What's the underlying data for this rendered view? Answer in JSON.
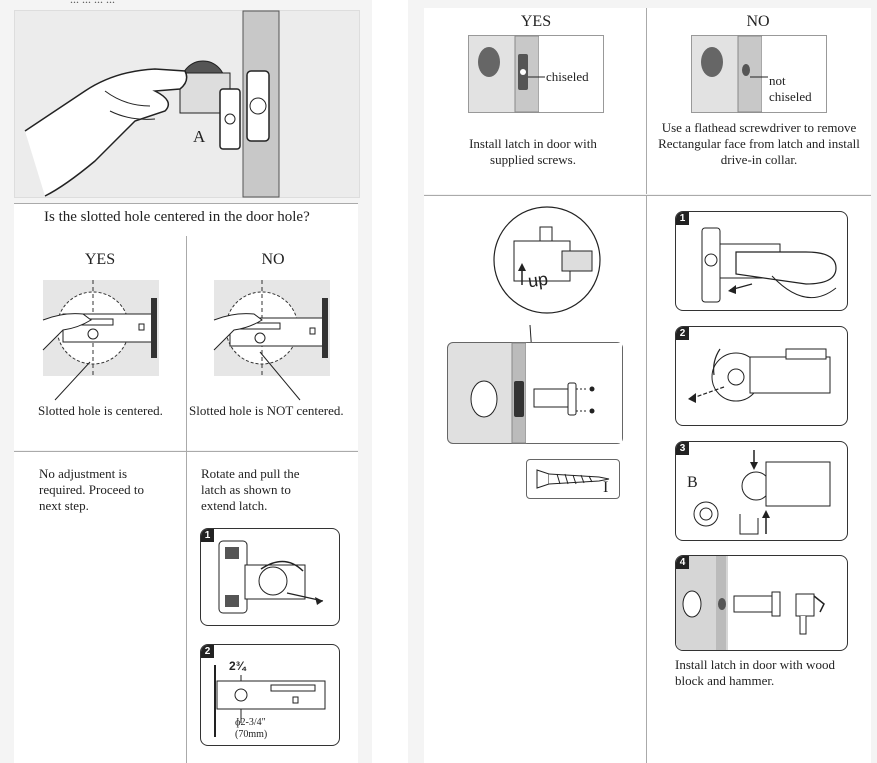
{
  "top_partial_text": "...  ...  ...  ...",
  "left": {
    "panel_a": {
      "label": "A"
    },
    "question": "Is the slotted hole centered in the door hole?",
    "yes_header": "YES",
    "no_header": "NO",
    "yes_caption": "Slotted hole is centered.",
    "no_caption": "Slotted hole is NOT centered.",
    "yes_instruction": "No adjustment is required. Proceed to next step.",
    "no_instruction": "Rotate and pull the latch as shown to extend latch.",
    "step1_badge": "1",
    "step2_badge": "2",
    "step2_dim_top": "2¾",
    "step2_dim_bottom_1": "ɸ2-3/4\"",
    "step2_dim_bottom_2": "(70mm)"
  },
  "right": {
    "yes_header": "YES",
    "no_header": "NO",
    "yes_label": "chiseled",
    "no_label_1": "not",
    "no_label_2": "chiseled",
    "yes_caption": "Install latch in door with supplied screws.",
    "no_caption": "Use a flathead screwdriver to remove Rectangular face from latch and install drive-in collar.",
    "up_label": "up",
    "screw_label": "I",
    "steps": [
      {
        "badge": "1"
      },
      {
        "badge": "2"
      },
      {
        "badge": "3",
        "label": "B"
      },
      {
        "badge": "4"
      }
    ],
    "final_caption": "Install latch in door with wood block and hammer."
  }
}
